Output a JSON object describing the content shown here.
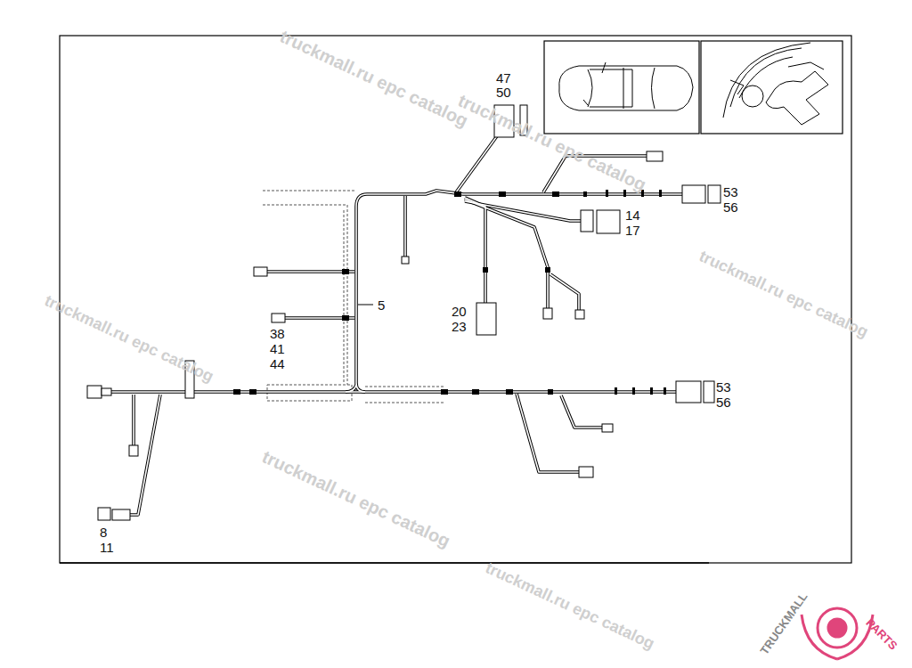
{
  "diagram": {
    "labels": [
      "47",
      "50",
      "53",
      "56",
      "14",
      "17",
      "5",
      "20",
      "23",
      "38",
      "41",
      "44",
      "53",
      "56",
      "8",
      "11",
      "truckmall.ru epc catalog",
      "truckmall.ru epc catalog",
      "truckmall.ru epc catalog",
      "truckmall.ru epc catalog",
      "truckmall.ru epc catalog",
      "truckmall.ru epc catalog",
      "TRUCKMALL",
      "PARTS"
    ]
  }
}
